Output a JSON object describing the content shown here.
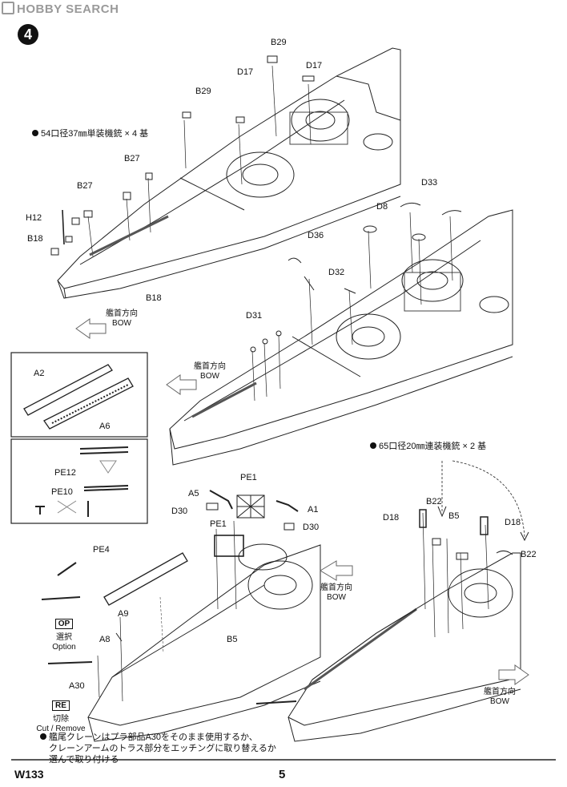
{
  "watermark": "HOBBY SEARCH",
  "step_number": "4",
  "notes": {
    "guns37": "54口径37㎜単装機銃 × 4 基",
    "guns20": "65口径20㎜連装機銃 × 2 基"
  },
  "bow_label": {
    "jp": "艦首方向",
    "en": "BOW"
  },
  "parts": {
    "B29": "B29",
    "D17": "D17",
    "B27": "B27",
    "H12": "H12",
    "B18": "B18",
    "D33": "D33",
    "D8": "D8",
    "D36": "D36",
    "D32": "D32",
    "D31": "D31",
    "A2": "A2",
    "A6": "A6",
    "PE12": "PE12",
    "PE10": "PE10",
    "A5": "A5",
    "PE1": "PE1",
    "A1": "A1",
    "D30": "D30",
    "PE4": "PE4",
    "A9": "A9",
    "A8": "A8",
    "A30": "A30",
    "B5": "B5",
    "D18": "D18",
    "B22": "B22"
  },
  "option": {
    "tag": "OP",
    "jp": "選択",
    "en": "Option"
  },
  "remove": {
    "tag": "RE",
    "jp": "切除",
    "en": "Cut / Remove"
  },
  "footnote": {
    "line1": "艦尾クレーンはプラ部品A30をそのまま使用するか、",
    "line2": "クレーンアームのトラス部分をエッチングに取り替えるか",
    "line3": "選んで取り付ける"
  },
  "footer": {
    "code": "W133",
    "page": "5"
  }
}
